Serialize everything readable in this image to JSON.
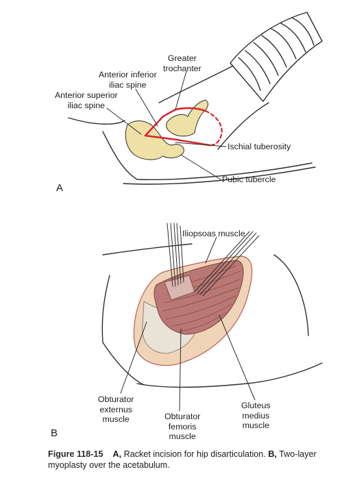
{
  "panel_a": {
    "letter": "A",
    "labels": {
      "greater_trochanter": [
        "Greater",
        "trochanter"
      ],
      "anterior_inferior_iliac_spine": [
        "Anterior inferior",
        "iliac spine"
      ],
      "anterior_superior_iliac_spine": [
        "Anterior superior",
        "iliac spine"
      ],
      "ischial_tuberosity": "Ischial tuberosity",
      "pubic_tubercle": "Pubic tubercle"
    }
  },
  "panel_b": {
    "letter": "B",
    "labels": {
      "iliopsoas_muscle": "Iliopsoas muscle",
      "obturator_externus_muscle": [
        "Obturator",
        "externus",
        "muscle"
      ],
      "obturator_femoris_muscle": [
        "Obturator",
        "femoris",
        "muscle"
      ],
      "gluteus_medius_muscle": [
        "Gluteus",
        "medius",
        "muscle"
      ]
    }
  },
  "caption": {
    "figure_number": "Figure 118-15",
    "a_letter": "A,",
    "a_text": "Racket incision for hip disarticulation.",
    "b_letter": "B,",
    "b_text": "Two-layer myoplasty over the acetabulum."
  },
  "colors": {
    "bone": "#efe0a6",
    "incision": "#d8262e",
    "muscle": "#b97873",
    "muscle_dark": "#7e3f3d",
    "wound_rim": "#f0d4b8",
    "line": "#2b2b2b"
  }
}
